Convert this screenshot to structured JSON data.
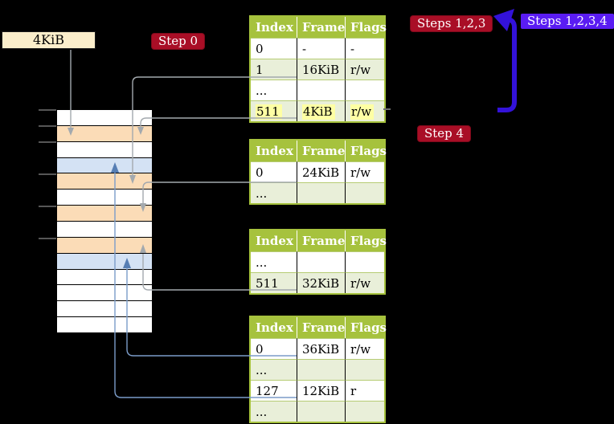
{
  "labels": {
    "frame_size_box": "4KiB",
    "badge_step0": "Step 0",
    "badge_steps123": "Steps 1,2,3",
    "badge_steps1234": "Steps 1,2,3,4",
    "badge_step4": "Step 4"
  },
  "tables": [
    {
      "name": "page-table-level-4",
      "headers": [
        "Index",
        "Frame",
        "Flags"
      ],
      "rows": [
        {
          "cells": [
            "0",
            "-",
            "-"
          ]
        },
        {
          "cells": [
            "1",
            "16KiB",
            "r/w"
          ]
        },
        {
          "cells": [
            "...",
            "",
            ""
          ]
        },
        {
          "cells": [
            "511",
            "4KiB",
            "r/w"
          ],
          "highlight": true
        }
      ]
    },
    {
      "name": "page-table-level-3",
      "headers": [
        "Index",
        "Frame",
        "Flags"
      ],
      "rows": [
        {
          "cells": [
            "0",
            "24KiB",
            "r/w"
          ]
        },
        {
          "cells": [
            "...",
            "",
            ""
          ]
        }
      ]
    },
    {
      "name": "page-table-level-2",
      "headers": [
        "Index",
        "Frame",
        "Flags"
      ],
      "rows": [
        {
          "cells": [
            "...",
            "",
            ""
          ]
        },
        {
          "cells": [
            "511",
            "32KiB",
            "r/w"
          ]
        }
      ]
    },
    {
      "name": "page-table-level-1",
      "headers": [
        "Index",
        "Frame",
        "Flags"
      ],
      "rows": [
        {
          "cells": [
            "0",
            "36KiB",
            "r/w"
          ]
        },
        {
          "cells": [
            "...",
            "",
            ""
          ]
        },
        {
          "cells": [
            "127",
            "12KiB",
            "r"
          ]
        },
        {
          "cells": [
            "...",
            "",
            ""
          ]
        }
      ]
    }
  ],
  "memory": {
    "rows": [
      "white",
      "peach",
      "white",
      "blue",
      "peach",
      "white",
      "peach",
      "white",
      "peach",
      "blue",
      "white",
      "white",
      "white",
      "white"
    ]
  },
  "colors": {
    "background": "#000000",
    "table_header_green": "#a6c23d",
    "table_border_green": "#a6c23d",
    "table_row_green": "#e9efd9",
    "highlight_yellow": "#feffa4",
    "memory_peach": "#fbdcb7",
    "memory_blue": "#d4e2f4",
    "badge_red": "#a90e26",
    "badge_blue_violet": "#5a1cf2",
    "big_arrow_blue": "#3312d9",
    "gray_connector": "#a3a9ae",
    "blue_connector": "#7b9cc9",
    "blue_connector_head": "#567eb4",
    "label_box_cream": "#fbeecb"
  }
}
